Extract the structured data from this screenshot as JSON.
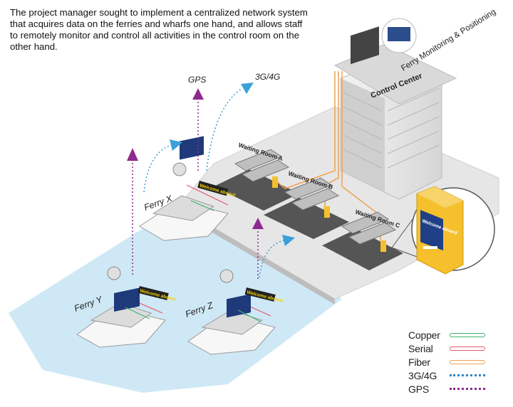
{
  "intro_text": "The project manager sought to implement a centralized network system that acquires data on the ferries and wharfs one hand, and allows staff to remotely monitor and control all activities in the control room on the other hand.",
  "signals": {
    "gps": "GPS",
    "cellular": "3G/4G"
  },
  "building": {
    "sign": "Control Center",
    "banner": "Ferry Monitoring & Positioning"
  },
  "waiting_rooms": [
    "Waiting Room A",
    "Waiting Room B",
    "Waiting Room C"
  ],
  "ferries": [
    "Ferry X",
    "Ferry Y",
    "Ferry Z"
  ],
  "ferry_display_text": "Welcome aboard",
  "kiosk_text": "Welcome aboard",
  "legend": [
    {
      "label": "Copper",
      "color": "#3cb371",
      "style": "solid"
    },
    {
      "label": "Serial",
      "color": "#e8556b",
      "style": "solid"
    },
    {
      "label": "Fiber",
      "color": "#f0a050",
      "style": "solid"
    },
    {
      "label": "3G/4G",
      "color": "#2e86c1",
      "style": "dotted"
    },
    {
      "label": "GPS",
      "color": "#8e2a8e",
      "style": "dotted"
    }
  ],
  "colors": {
    "water": "#cfe8f5",
    "pier": "#e4e4e4",
    "kiosk": "#f5c02c",
    "gps_arrow": "#8e2a8e",
    "cell_arrow": "#3aa0d8"
  }
}
